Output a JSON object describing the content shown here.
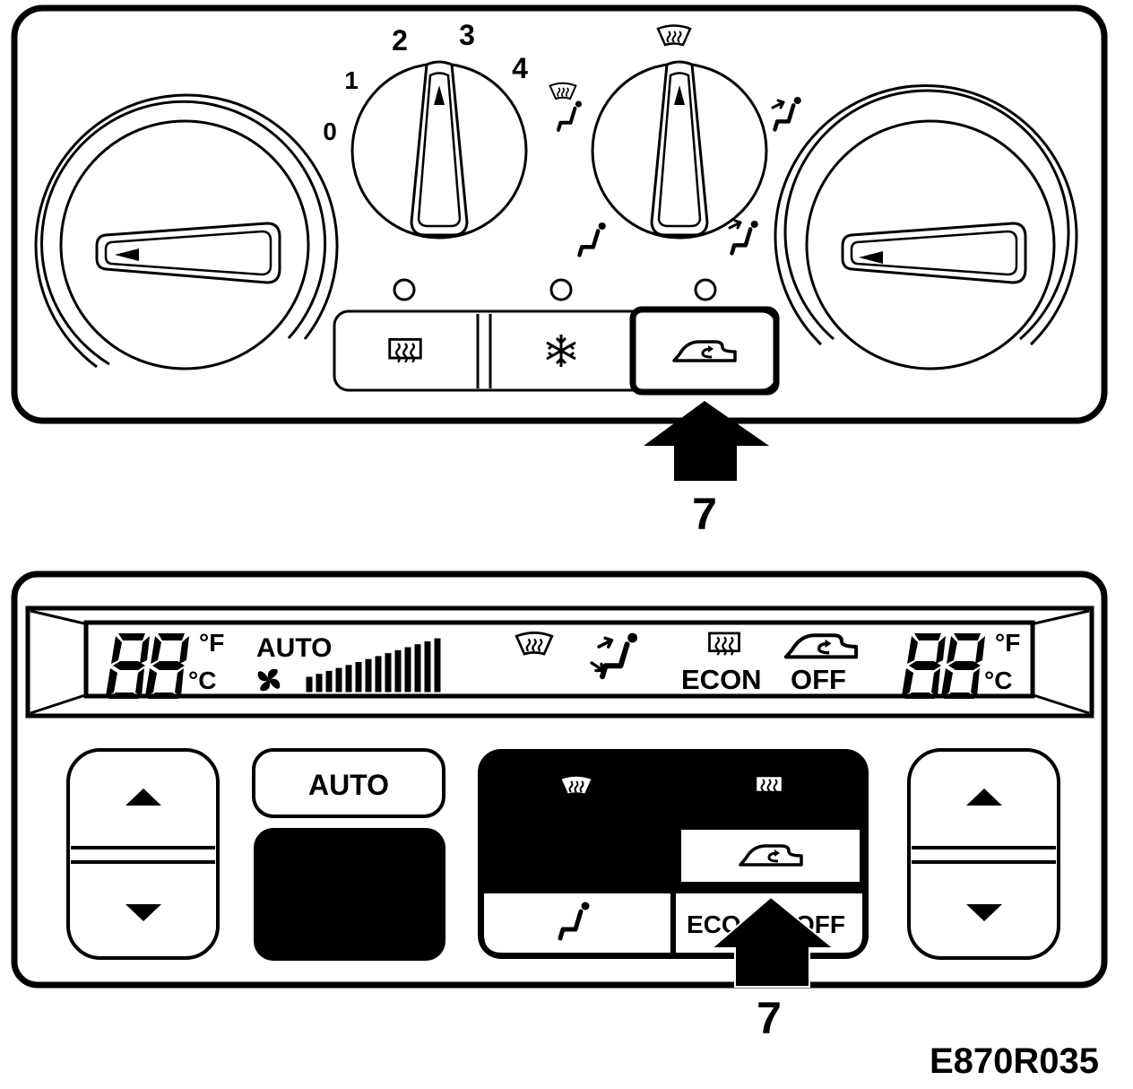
{
  "manual_panel": {
    "fan_scale": [
      "0",
      "1",
      "2",
      "3",
      "4"
    ],
    "buttons": [
      {
        "name": "rear-defrost",
        "icon": "rear-window-heater-icon"
      },
      {
        "name": "air-conditioning",
        "icon": "snowflake-icon"
      },
      {
        "name": "recirculation",
        "icon": "recirculation-icon",
        "highlighted": true
      }
    ],
    "callout": "7"
  },
  "auto_panel": {
    "display": {
      "left_temp": "88",
      "right_temp": "88",
      "unit_f": "°F",
      "unit_c": "°C",
      "auto_label": "AUTO",
      "econ_label": "ECON",
      "off_label": "OFF",
      "fan_bar_level": 1.0
    },
    "auto_button_label": "AUTO",
    "mode_buttons": {
      "econ_left": "ECO",
      "econ_right": "OFF"
    },
    "callout": "7"
  },
  "figure_code": "E870R035"
}
